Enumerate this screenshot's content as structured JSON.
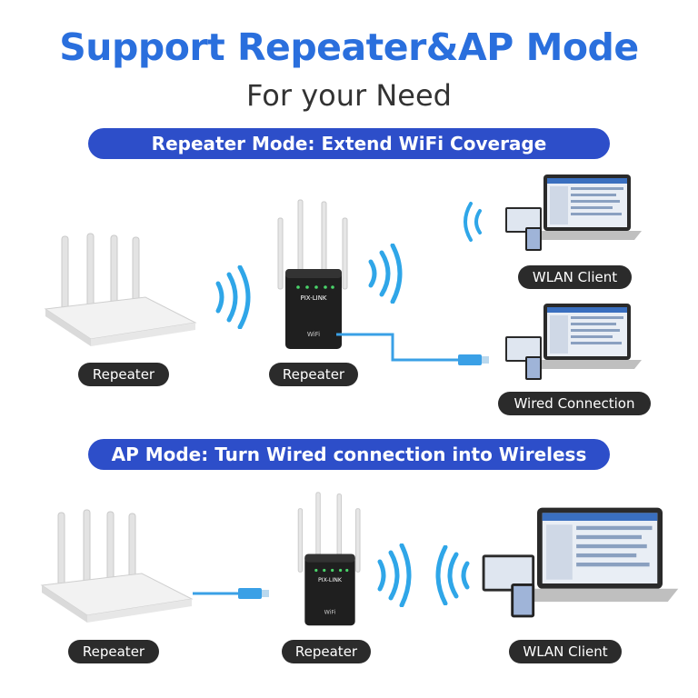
{
  "header": {
    "title": "Support Repeater&AP Mode",
    "subtitle": "For your Need"
  },
  "repeater_section": {
    "banner": "Repeater Mode: Extend WiFi Coverage",
    "labels": {
      "router": "Repeater",
      "repeater": "Repeater",
      "wlan_client": "WLAN Client",
      "wired": "Wired Connection"
    }
  },
  "ap_section": {
    "banner": "AP Mode: Turn Wired connection into Wireless",
    "labels": {
      "router": "Repeater",
      "repeater": "Repeater",
      "wlan_client": "WLAN Client"
    }
  },
  "device": {
    "brand": "PIX-LINK",
    "wifi_mark": "WiFi"
  },
  "colors": {
    "title": "#2a6fdd",
    "banner": "#2d4ec9",
    "pill": "#2b2b2b",
    "wave": "#2fa6e8",
    "cable": "#3aa0e6"
  }
}
